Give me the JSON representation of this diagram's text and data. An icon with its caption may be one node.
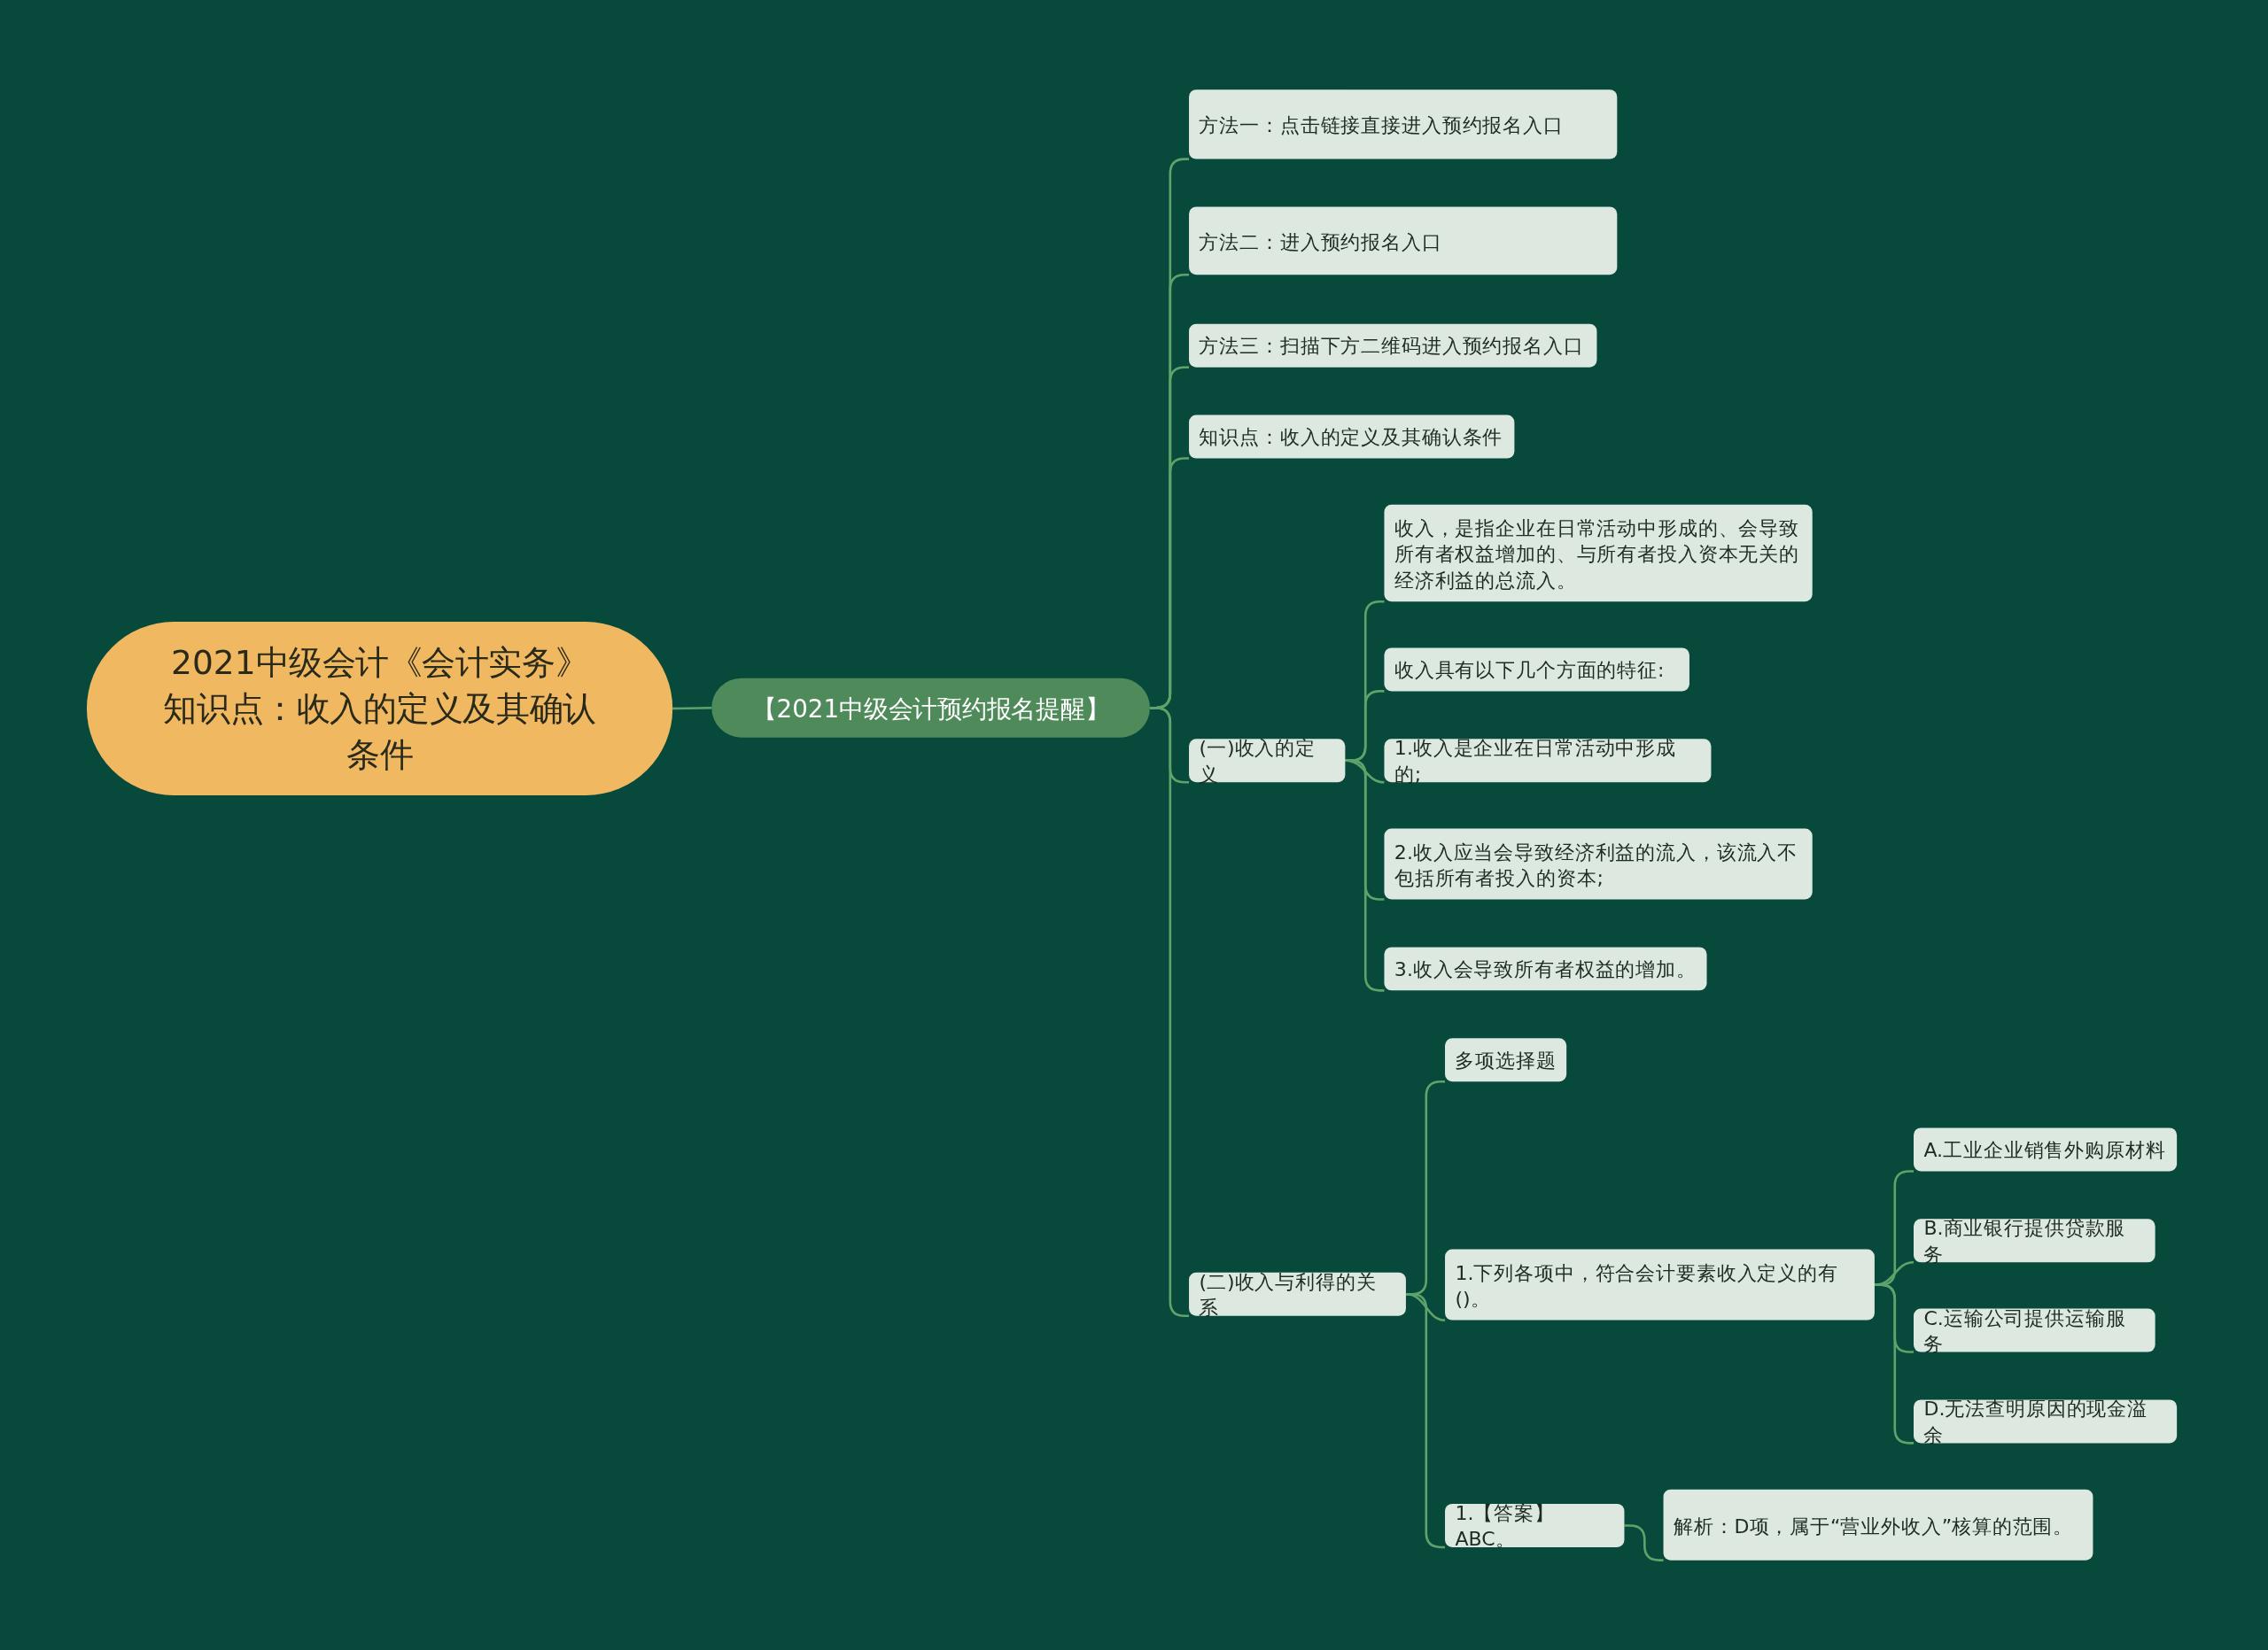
{
  "diagram": {
    "nodes": [
      {
        "text": [
          "2021中级会计《会计实务》知识点：收入的定义及其确认条件"
        ]
      },
      {
        "text": [
          "【2021中级会计预约报名提醒】"
        ]
      },
      {
        "text": [
          "方法一：点击链接直接进入预约报名入口"
        ]
      },
      {
        "text": [
          "方法二：进入预约报名入口"
        ]
      },
      {
        "text": [
          "方法三：扫描下方二维码进入预约报名入口"
        ]
      },
      {
        "text": [
          "知识点：收入的定义及其确认条件"
        ]
      },
      {
        "text": [
          "(一)收入的定义"
        ]
      },
      {
        "text": [
          "收入，是指企业在日常活动中形成的、会导致所有者权益增加的、与所有者投入资本无关的经济利益的总流入。"
        ]
      },
      {
        "text": [
          "收入具有以下几个方面的特征:"
        ]
      },
      {
        "text": [
          "1.收入是企业在日常活动中形成的;"
        ]
      },
      {
        "text": [
          "2.收入应当会导致经济利益的流入，该流入不包括所有者投入的资本;"
        ]
      },
      {
        "text": [
          "3.收入会导致所有者权益的增加。"
        ]
      },
      {
        "text": [
          "(二)收入与利得的关系"
        ]
      },
      {
        "text": [
          "多项选择题"
        ]
      },
      {
        "text": [
          "1.下列各项中，符合会计要素收入定义的有()。"
        ]
      },
      {
        "text": [
          "A.工业企业销售外购原材料"
        ]
      },
      {
        "text": [
          "B.商业银行提供贷款服务"
        ]
      },
      {
        "text": [
          "C.运输公司提供运输服务"
        ]
      },
      {
        "text": [
          "D.无法查明原因的现金溢余"
        ]
      },
      {
        "text": [
          "1.【答案】ABC。"
        ]
      },
      {
        "text": [
          "解析：D项，属于“营业外收入”核算的范围。"
        ]
      }
    ],
    "edges": [
      {
        "from": 0,
        "to": 1,
        "arrow": "none"
      },
      {
        "from": 1,
        "to": 2,
        "arrow": "none"
      },
      {
        "from": 1,
        "to": 3,
        "arrow": "none"
      },
      {
        "from": 1,
        "to": 4,
        "arrow": "none"
      },
      {
        "from": 1,
        "to": 5,
        "arrow": "none"
      },
      {
        "from": 1,
        "to": 6,
        "arrow": "none"
      },
      {
        "from": 1,
        "to": 12,
        "arrow": "none"
      },
      {
        "from": 6,
        "to": 7,
        "arrow": "none"
      },
      {
        "from": 6,
        "to": 8,
        "arrow": "none"
      },
      {
        "from": 6,
        "to": 9,
        "arrow": "none"
      },
      {
        "from": 6,
        "to": 10,
        "arrow": "none"
      },
      {
        "from": 6,
        "to": 11,
        "arrow": "none"
      },
      {
        "from": 12,
        "to": 13,
        "arrow": "none"
      },
      {
        "from": 12,
        "to": 14,
        "arrow": "none"
      },
      {
        "from": 12,
        "to": 19,
        "arrow": "none"
      },
      {
        "from": 14,
        "to": 15,
        "arrow": "none"
      },
      {
        "from": 14,
        "to": 16,
        "arrow": "none"
      },
      {
        "from": 14,
        "to": 17,
        "arrow": "none"
      },
      {
        "from": 14,
        "to": 18,
        "arrow": "none"
      },
      {
        "from": 19,
        "to": 20,
        "arrow": "none"
      }
    ]
  }
}
